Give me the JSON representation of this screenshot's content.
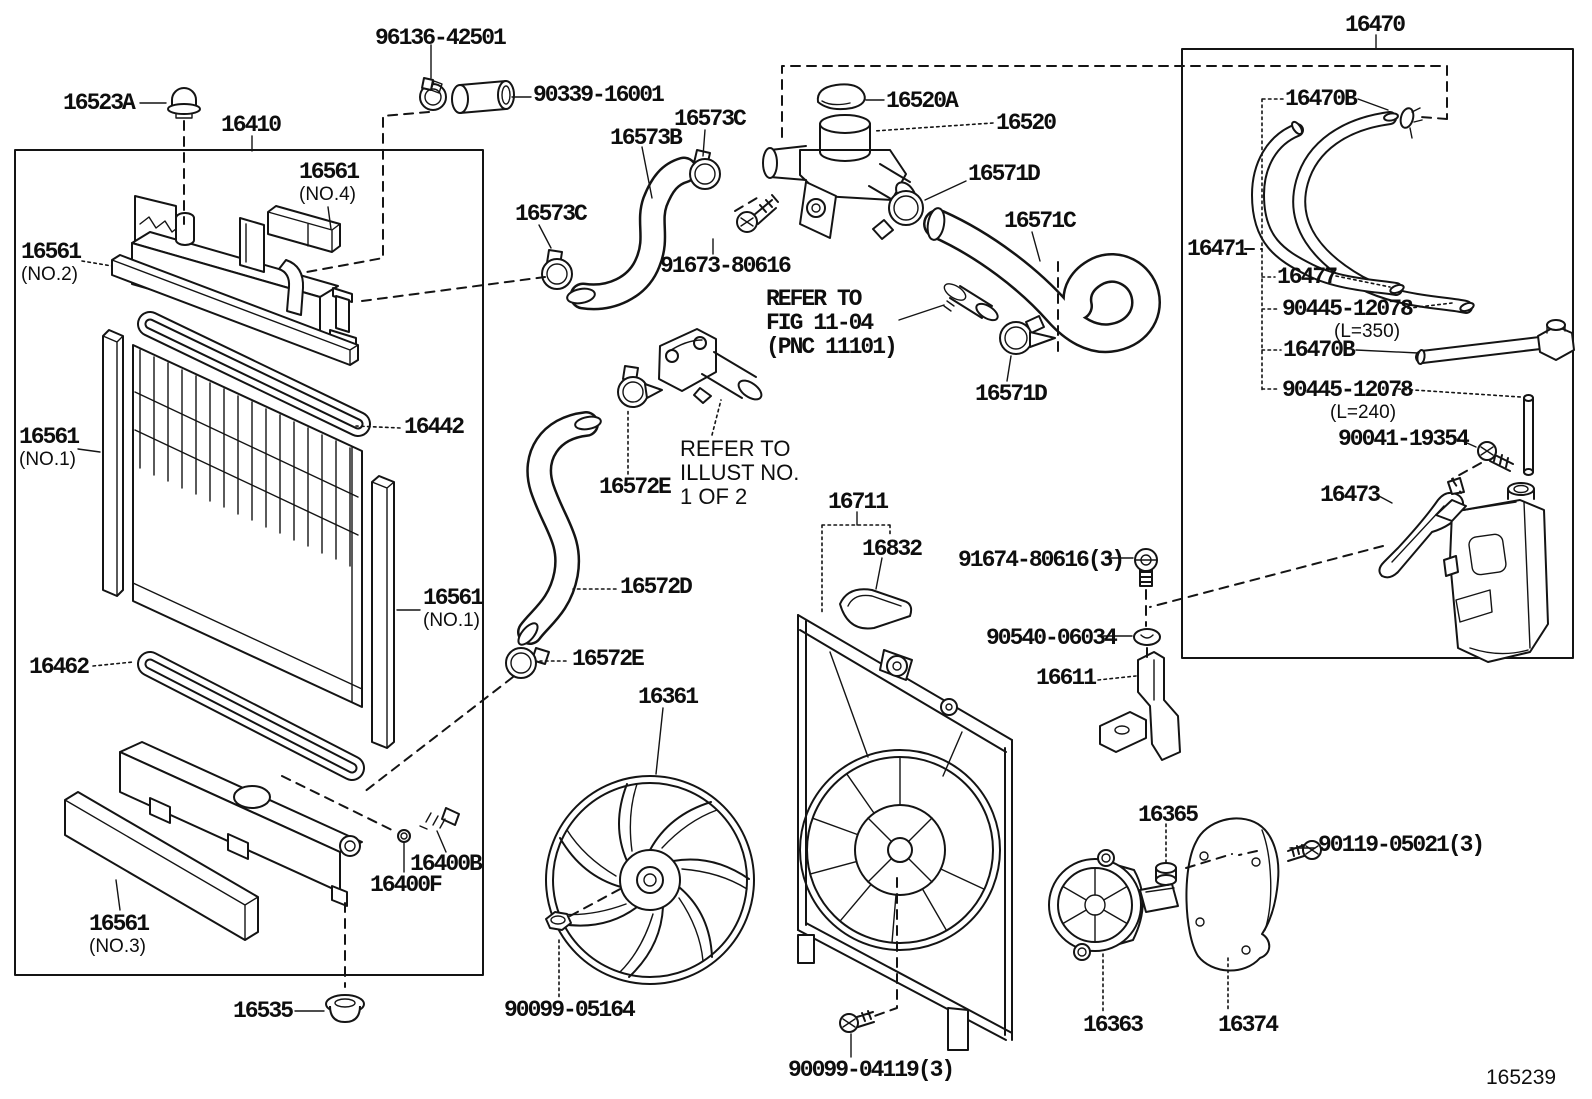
{
  "figure": {
    "id": "165239"
  },
  "labels": [
    {
      "id": "96136-42501",
      "text": "96136-42501"
    },
    {
      "id": "16523A",
      "text": "16523A"
    },
    {
      "id": "16410",
      "text": "16410"
    },
    {
      "id": "90339-16001",
      "text": "90339-16001"
    },
    {
      "id": "16561-no4",
      "text": "16561",
      "sub": "(NO.4)"
    },
    {
      "id": "16561-no2",
      "text": "16561",
      "sub": "(NO.2)"
    },
    {
      "id": "16573C-top",
      "text": "16573C"
    },
    {
      "id": "16573B",
      "text": "16573B"
    },
    {
      "id": "16520A",
      "text": "16520A"
    },
    {
      "id": "16520",
      "text": "16520"
    },
    {
      "id": "16571D-top",
      "text": "16571D"
    },
    {
      "id": "16571C",
      "text": "16571C"
    },
    {
      "id": "16573C-left",
      "text": "16573C"
    },
    {
      "id": "91673-80616",
      "text": "91673-80616"
    },
    {
      "id": "refer-fig",
      "lines": [
        "REFER TO",
        "FIG 11-04",
        "(PNC 11101)"
      ]
    },
    {
      "id": "16571D-bottom",
      "text": "16571D"
    },
    {
      "id": "16470",
      "text": "16470"
    },
    {
      "id": "16470B-top",
      "text": "16470B"
    },
    {
      "id": "16471",
      "text": "16471"
    },
    {
      "id": "16477",
      "text": "16477"
    },
    {
      "id": "90445-12078-a",
      "text": "90445-12078",
      "sub": "(L=350)"
    },
    {
      "id": "16470B-lower",
      "text": "16470B"
    },
    {
      "id": "90445-12078-b",
      "text": "90445-12078",
      "sub": "(L=240)"
    },
    {
      "id": "90041-19354",
      "text": "90041-19354"
    },
    {
      "id": "16473",
      "text": "16473"
    },
    {
      "id": "16442",
      "text": "16442"
    },
    {
      "id": "16561-no1-left",
      "text": "16561",
      "sub": "(NO.1)"
    },
    {
      "id": "16572E-top",
      "text": "16572E"
    },
    {
      "id": "refer-illust",
      "lines": [
        "REFER TO",
        "ILLUST NO.",
        "1 OF 2"
      ]
    },
    {
      "id": "16711",
      "text": "16711"
    },
    {
      "id": "16832",
      "text": "16832"
    },
    {
      "id": "91674-80616",
      "text": "91674-80616(3)"
    },
    {
      "id": "90540-06034",
      "text": "90540-06034"
    },
    {
      "id": "16611",
      "text": "16611"
    },
    {
      "id": "16561-no1-right",
      "text": "16561",
      "sub": "(NO.1)"
    },
    {
      "id": "16572D",
      "text": "16572D"
    },
    {
      "id": "16462",
      "text": "16462"
    },
    {
      "id": "16572E-bottom",
      "text": "16572E"
    },
    {
      "id": "16361",
      "text": "16361"
    },
    {
      "id": "16365",
      "text": "16365"
    },
    {
      "id": "90119-05021",
      "text": "90119-05021(3)"
    },
    {
      "id": "16400B",
      "text": "16400B"
    },
    {
      "id": "16400F",
      "text": "16400F"
    },
    {
      "id": "16561-no3",
      "text": "16561",
      "sub": "(NO.3)"
    },
    {
      "id": "16535",
      "text": "16535"
    },
    {
      "id": "90099-05164",
      "text": "90099-05164"
    },
    {
      "id": "90099-04119",
      "text": "90099-04119(3)"
    },
    {
      "id": "16363",
      "text": "16363"
    },
    {
      "id": "16374",
      "text": "16374"
    },
    {
      "id": "165239",
      "text": "165239"
    }
  ]
}
